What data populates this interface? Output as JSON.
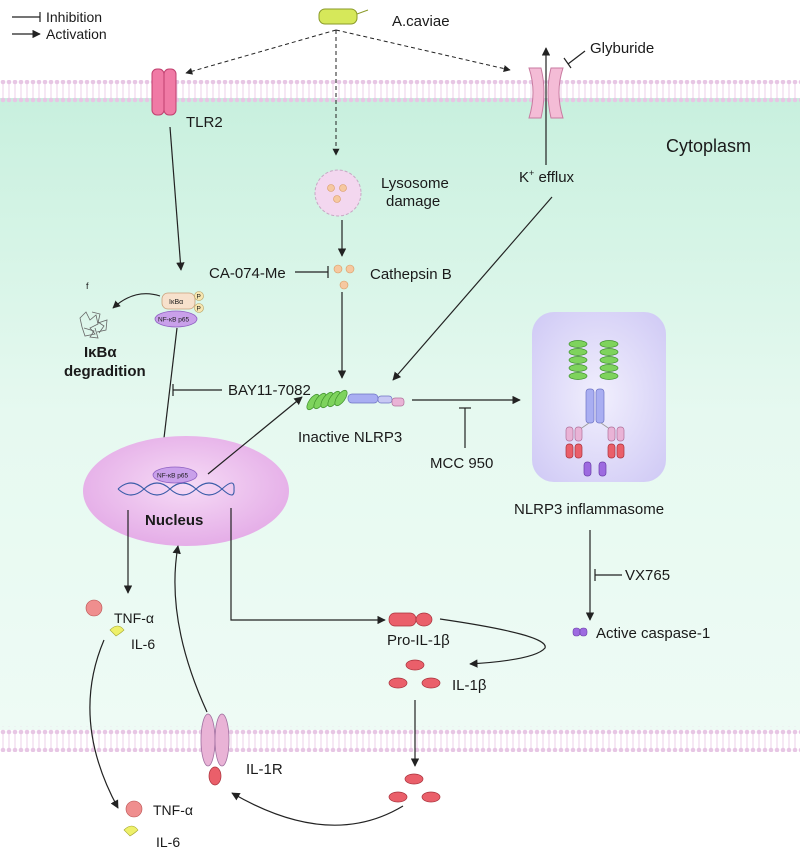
{
  "legend": {
    "inhibition": "Inhibition",
    "activation": "Activation"
  },
  "labels": {
    "pathogen": "A.caviae",
    "tlr2": "TLR2",
    "glyburide": "Glyburide",
    "cytoplasm": "Cytoplasm",
    "lysosome_line1": "Lysosome",
    "lysosome_line2": "damage",
    "k_efflux_k": "K",
    "k_efflux_sup": "+",
    "k_efflux_rest": " efflux",
    "ca074": "CA-074-Me",
    "cathepsin_b": "Cathepsin B",
    "ikba": "IκBα",
    "nfkb": "NF-κB p65",
    "phospho": "P",
    "ikba_deg_line1": "IκBα",
    "ikba_deg_line2": "degradition",
    "bay": "BAY11-7082",
    "inactive_nlrp3": "Inactive NLRP3",
    "mcc950": "MCC 950",
    "nucleus": "Nucleus",
    "nucleus_nfkb": "NF-κB p65",
    "nlrp3_inflammasome": "NLRP3 inflammasome",
    "vx765": "VX765",
    "active_caspase": "Active caspase-1",
    "tnfa_1": "TNF-α",
    "il6_1": "IL-6",
    "pro_il1b": "Pro-IL-1β",
    "il1b": "IL-1β",
    "il1r": "IL-1R",
    "tnfa_2": "TNF-α",
    "il6_2": "IL-6"
  },
  "colors": {
    "cytoplasm_fill": "#d6f5e8",
    "membrane": "#e7c6e4",
    "nucleus": "#e9b8ec",
    "receptor": "#f07aa5",
    "lysosome": "#f3d7ef",
    "cathepsin": "#f6c8a0",
    "nlrp3_green": "#7ed35d",
    "nlrp3_blue": "#a9aef2",
    "caspase": "#9d6ae0",
    "il1b": "#ea5f6a",
    "tnfa": "#ef8e8e",
    "il6": "#eef06a",
    "inflammasome_bg": "#d9d5f7",
    "pathogen": "#d6e85a"
  }
}
